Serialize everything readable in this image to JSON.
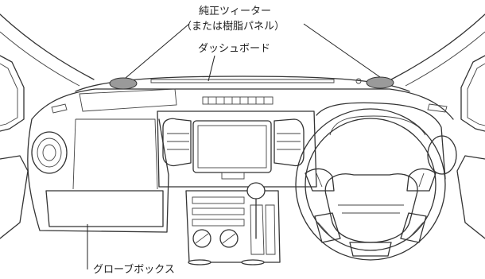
{
  "labels": {
    "tweeter_line1": "純正ツィーター",
    "tweeter_line2": "（または樹脂パネル）",
    "dashboard": "ダッシュボード",
    "glovebox": "グローブボックス"
  },
  "colors": {
    "line": "#333333",
    "tweeter_fill": "#9a9a9a",
    "background": "#ffffff"
  }
}
